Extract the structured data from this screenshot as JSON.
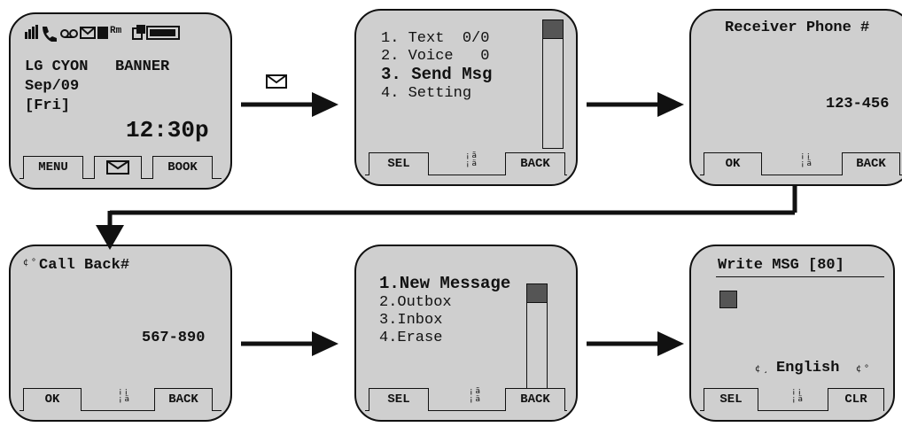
{
  "screens": {
    "idle": {
      "status_text": "Rm",
      "line1": "LG CYON   BANNER",
      "line2": "Sep/09",
      "line3": "[Fri]",
      "time": "12:30p",
      "soft_left": "MENU",
      "soft_right": "BOOK",
      "soft_center_icon": "envelope-icon"
    },
    "msg_menu": {
      "items": [
        "1. Text  0/0",
        "2. Voice   0",
        "3. Send Msg",
        "4. Setting"
      ],
      "selected_index": 2,
      "soft_left": "SEL",
      "soft_right": "BACK",
      "nav_glyph": "¡ ã\n¡ ä"
    },
    "receiver": {
      "title": "Receiver Phone #",
      "number": "123-456",
      "soft_left": "OK",
      "soft_right": "BACK",
      "nav_glyph": "¡ ¡\n¡ ä"
    },
    "callback": {
      "glyph": "¢ °",
      "title": "Call Back#",
      "number": "567-890",
      "soft_left": "OK",
      "soft_right": "BACK",
      "nav_glyph": "¡ ¡\n¡ ä"
    },
    "text_menu": {
      "items": [
        "1.New Message",
        "2.Outbox",
        "3.Inbox",
        "4.Erase"
      ],
      "selected_index": 0,
      "soft_left": "SEL",
      "soft_right": "BACK",
      "nav_glyph": "¡ ã\n¡ ä"
    },
    "write": {
      "title": "Write MSG [80]",
      "mode_prefix": "¢ ¸",
      "mode": "English",
      "mode_suffix": "¢ °",
      "soft_left": "SEL",
      "soft_right": "CLR",
      "nav_glyph": "¡ ¡\n¡ ä"
    }
  },
  "transition_icon": "envelope-icon"
}
